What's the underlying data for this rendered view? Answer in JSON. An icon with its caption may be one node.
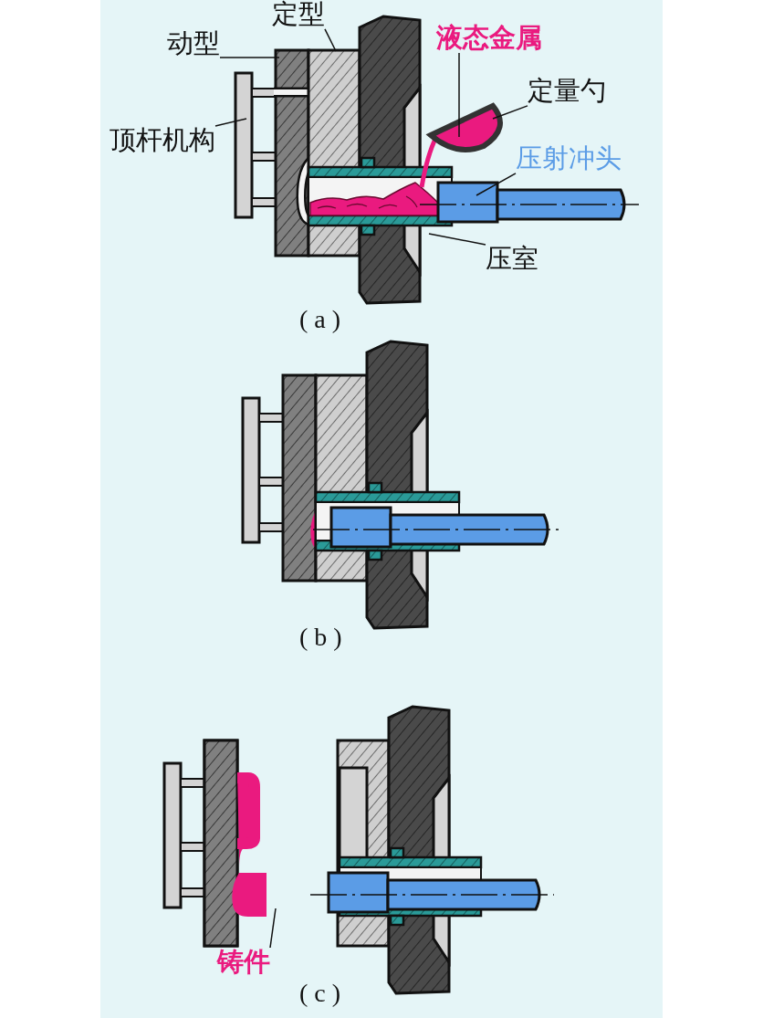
{
  "diagram": {
    "nodes": [
      {
        "text": [
          "定型"
        ]
      },
      {
        "text": [
          "动型"
        ]
      },
      {
        "text": [
          "顶杆机构"
        ]
      },
      {
        "text": [
          "液态金属"
        ]
      },
      {
        "text": [
          "定量勺"
        ]
      },
      {
        "text": [
          "压射冲头"
        ]
      },
      {
        "text": [
          "压室"
        ]
      },
      {
        "text": [
          "铸件"
        ]
      }
    ],
    "edges": [
      {
        "from": 0,
        "to": null,
        "arrow": "none"
      },
      {
        "from": 1,
        "to": null,
        "arrow": "none"
      },
      {
        "from": 2,
        "to": null,
        "arrow": "none"
      },
      {
        "from": 3,
        "to": null,
        "arrow": "none"
      },
      {
        "from": 4,
        "to": null,
        "arrow": "none"
      },
      {
        "from": 5,
        "to": null,
        "arrow": "none"
      },
      {
        "from": 6,
        "to": null,
        "arrow": "none"
      },
      {
        "from": 7,
        "to": null,
        "arrow": "none"
      }
    ],
    "labels": [
      "( a )",
      "( b )",
      "( c )"
    ]
  }
}
